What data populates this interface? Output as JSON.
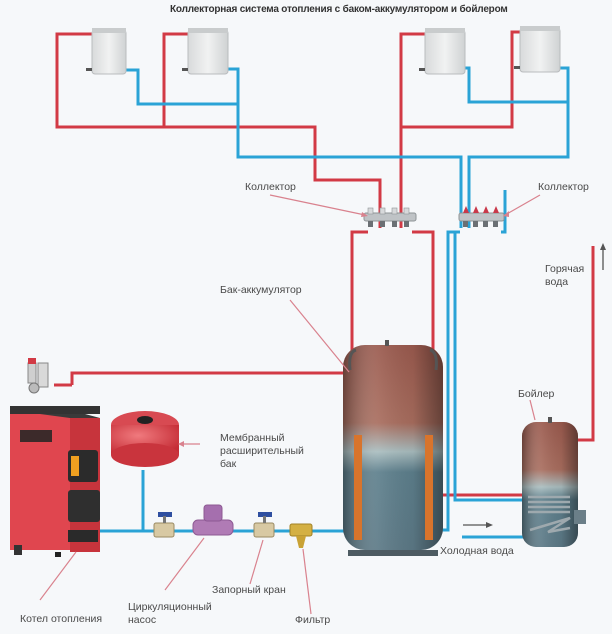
{
  "title": "Коллекторная система отопления с баком-аккумулятором и бойлером",
  "labels": {
    "collector_left": "Коллектор",
    "collector_right": "Коллектор",
    "hot_water_1": "Горячая",
    "hot_water_2": "вода",
    "storage_tank": "Бак-аккумулятор",
    "boiler_dhw": "Бойлер",
    "expansion_1": "Мембранный",
    "expansion_2": "расширительный",
    "expansion_3": "бак",
    "cold_water": "Холодная вода",
    "shutoff_valve": "Запорный кран",
    "pump_1": "Циркуляционный",
    "pump_2": "насос",
    "filter": "Фильтр",
    "heating_boiler": "Котел отопления"
  },
  "colors": {
    "hot_pipe": "#d23a45",
    "cold_pipe": "#2aa3d6",
    "boiler_body": "#e0464f",
    "leader_line": "#d9828e"
  }
}
